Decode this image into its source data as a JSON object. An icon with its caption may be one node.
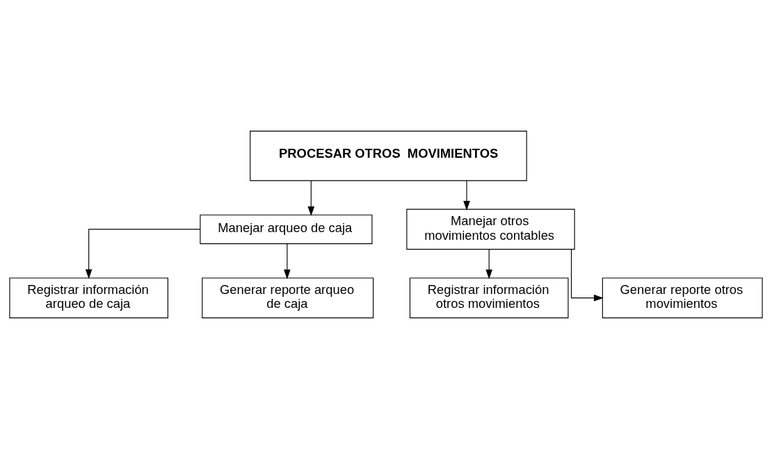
{
  "diagram": {
    "nodes": [
      {
        "text": [
          "PROCESAR OTROS  MOVIMIENTOS"
        ]
      },
      {
        "text": [
          "Manejar arqueo de caja"
        ]
      },
      {
        "text": [
          "Manejar otros movimientos contables"
        ]
      },
      {
        "text": [
          "Registrar información arqueo de caja"
        ]
      },
      {
        "text": [
          "Generar reporte arqueo de caja"
        ]
      },
      {
        "text": [
          "Registrar información otros movimientos"
        ]
      },
      {
        "text": [
          "Generar reporte otros movimientos"
        ]
      }
    ],
    "edges": [
      {
        "from": 0,
        "to": 1,
        "arrow": "to"
      },
      {
        "from": 0,
        "to": 2,
        "arrow": "to"
      },
      {
        "from": 1,
        "to": 3,
        "arrow": "to"
      },
      {
        "from": 1,
        "to": 4,
        "arrow": "to"
      },
      {
        "from": 2,
        "to": 5,
        "arrow": "to"
      },
      {
        "from": 2,
        "to": 6,
        "arrow": "to"
      }
    ]
  }
}
